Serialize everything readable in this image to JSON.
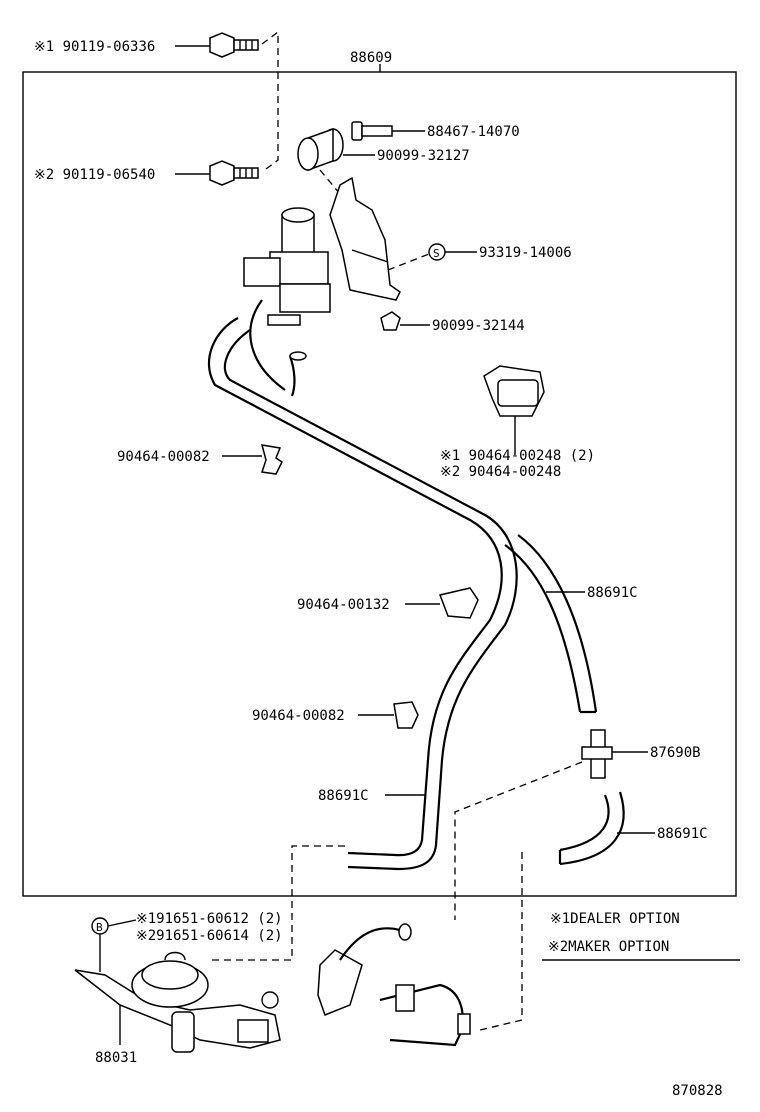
{
  "assembly_number": "88609",
  "diagram_id": "870828",
  "notes": {
    "n1": "※1DEALER OPTION",
    "n2": "※2MAKER OPTION"
  },
  "labels": {
    "bolt1": "※1 90119-06336",
    "bolt2": "※2 90119-06540",
    "grommet_bolt": "88467-14070",
    "cushion": "90099-32127",
    "nut_s": "93319-14006",
    "clip_small": "90099-32144",
    "clamp_left": "90464-00082",
    "connector_clamp_1": "※1 90464-00248 (2)",
    "connector_clamp_2": "※2 90464-00248",
    "clamp_mid": "90464-00132",
    "hose_right_top": "88691C",
    "clamp_lower": "90464-00082",
    "hose_left_lower": "88691C",
    "tee_joint": "87690B",
    "hose_right_lower": "88691C",
    "b_bolt_1": "※191651-60612 (2)",
    "b_bolt_2": "※291651-60614 (2)",
    "actuator": "88031"
  },
  "symbols": {
    "s_marker": "S",
    "b_marker": "B"
  }
}
